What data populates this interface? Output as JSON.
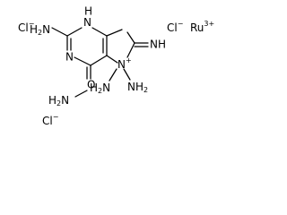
{
  "molecule": {
    "ions": {
      "chloride_top_left": {
        "element": "Cl",
        "charge": "−"
      },
      "chloride_top_right": {
        "element": "Cl",
        "charge": "−"
      },
      "chloride_bottom_left": {
        "element": "Cl",
        "charge": "−"
      },
      "ruthenium": {
        "element": "Ru",
        "charge": "3+"
      }
    },
    "atoms": {
      "amino_left": {
        "main": "H",
        "sub": "2",
        "tail": "N"
      },
      "ring_nh": {
        "main": "N",
        "below": "H"
      },
      "ring_n_left": {
        "main": "N"
      },
      "imino_right": {
        "main": "NH"
      },
      "aminooxy_n": {
        "main": "H",
        "sub": "2",
        "tail": "N"
      },
      "aminooxy_o": {
        "main": "O"
      },
      "n_plus": {
        "main": "N",
        "charge": "+"
      },
      "amino_on_nplus_left": {
        "main": "H",
        "sub": "2",
        "tail": "N"
      },
      "amino_on_nplus_right": {
        "main": "NH",
        "sub": "2"
      }
    }
  }
}
